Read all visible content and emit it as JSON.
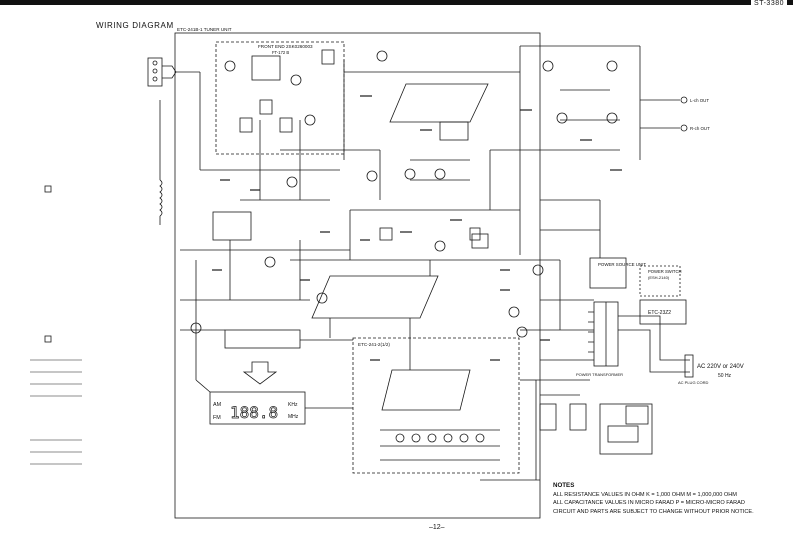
{
  "header": {
    "model": "ST-3380",
    "title": "WIRING DIAGRAM"
  },
  "tuner_unit": {
    "board_label": "ETC-241B-1  TUNER UNIT",
    "front_end_label": "FRONT END  2SK0260003",
    "front_end_sub": "FT-172 B",
    "mpx_board_label": "ETC-241-2(1/2)",
    "power_board_label": "POWER SOURCE UNIT",
    "power_switch_label": "POWER SWITCH",
    "power_switch_sub": "(ESH-2140)",
    "switch_board_label": "ETC-23Z2",
    "transformer_label": "POWER TRANSFORMER",
    "ac_label": "AC 220V or 240V",
    "ac_freq": "50 Hz",
    "ac_cord_label": "AC PLUG CORD",
    "output_left": "L-ch OUT",
    "output_right": "R-ch OUT",
    "display_am": "AM",
    "display_fm": "FM",
    "display_digits": "188.8",
    "display_khz": "KHz",
    "display_mhz": "MHz"
  },
  "notes": {
    "heading": "NOTES",
    "line1": "ALL RESISTANCE VALUES IN OHM K = 1,000 OHM M = 1,000,000 OHM",
    "line2": "ALL CAPACITANCE VALUES IN MICRO FARAD P = MICRO-MICRO FARAD",
    "line3": "CIRCUIT AND PARTS ARE SUBJECT TO CHANGE WITHOUT PRIOR NOTICE."
  },
  "footer": {
    "page": "–12–"
  }
}
